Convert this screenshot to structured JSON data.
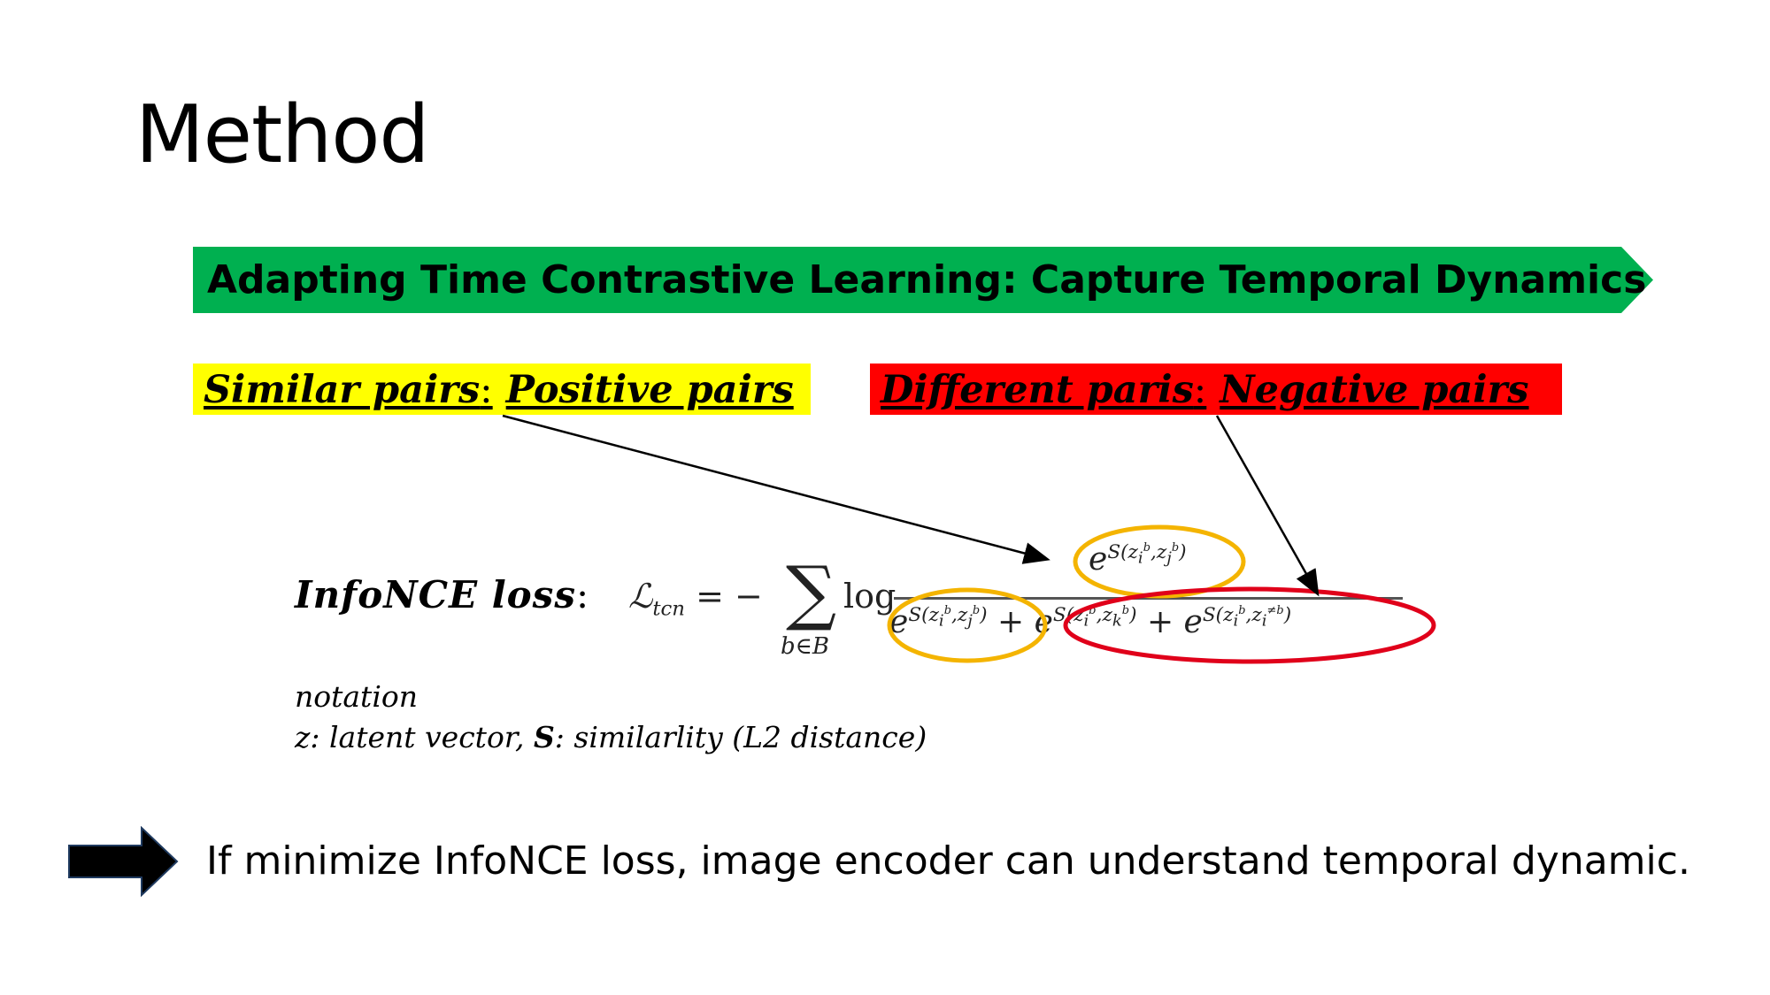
{
  "slide": {
    "title": "Method",
    "banner": {
      "text": "Adapting Time Contrastive Learning: Capture Temporal Dynamics",
      "color": "#00b050"
    },
    "positive_pairs": {
      "term": "Similar pairs",
      "separator": ":",
      "meaning": "Positive pairs",
      "highlight_color": "#ffff00"
    },
    "negative_pairs": {
      "term": "Different paris",
      "separator": ":",
      "meaning": "Negative pairs",
      "highlight_color": "#ff0000"
    },
    "formula": {
      "label": "InfoNCE loss",
      "label_separator": ":",
      "lhs": "ℒtcn = −",
      "sum_symbol": "∑",
      "sum_subscript": "b∈B",
      "log": "log",
      "numerator_term": "eS(zib,zjb)",
      "denominator_first": "eS(zib,zjb)",
      "denominator_rest": "+ eS(zib,zkb) + eS(zib,zi≠b)",
      "positive_circle_color": "#f4b400",
      "negative_circle_color": "#e0001a"
    },
    "notation": {
      "heading": "notation",
      "line": {
        "z_symbol": "z",
        "z_desc": ": latent vector, ",
        "s_symbol": "S",
        "s_desc": ": similarlity (L2 distance)"
      }
    },
    "conclusion": "If minimize InfoNCE loss, image encoder can understand temporal dynamic."
  }
}
